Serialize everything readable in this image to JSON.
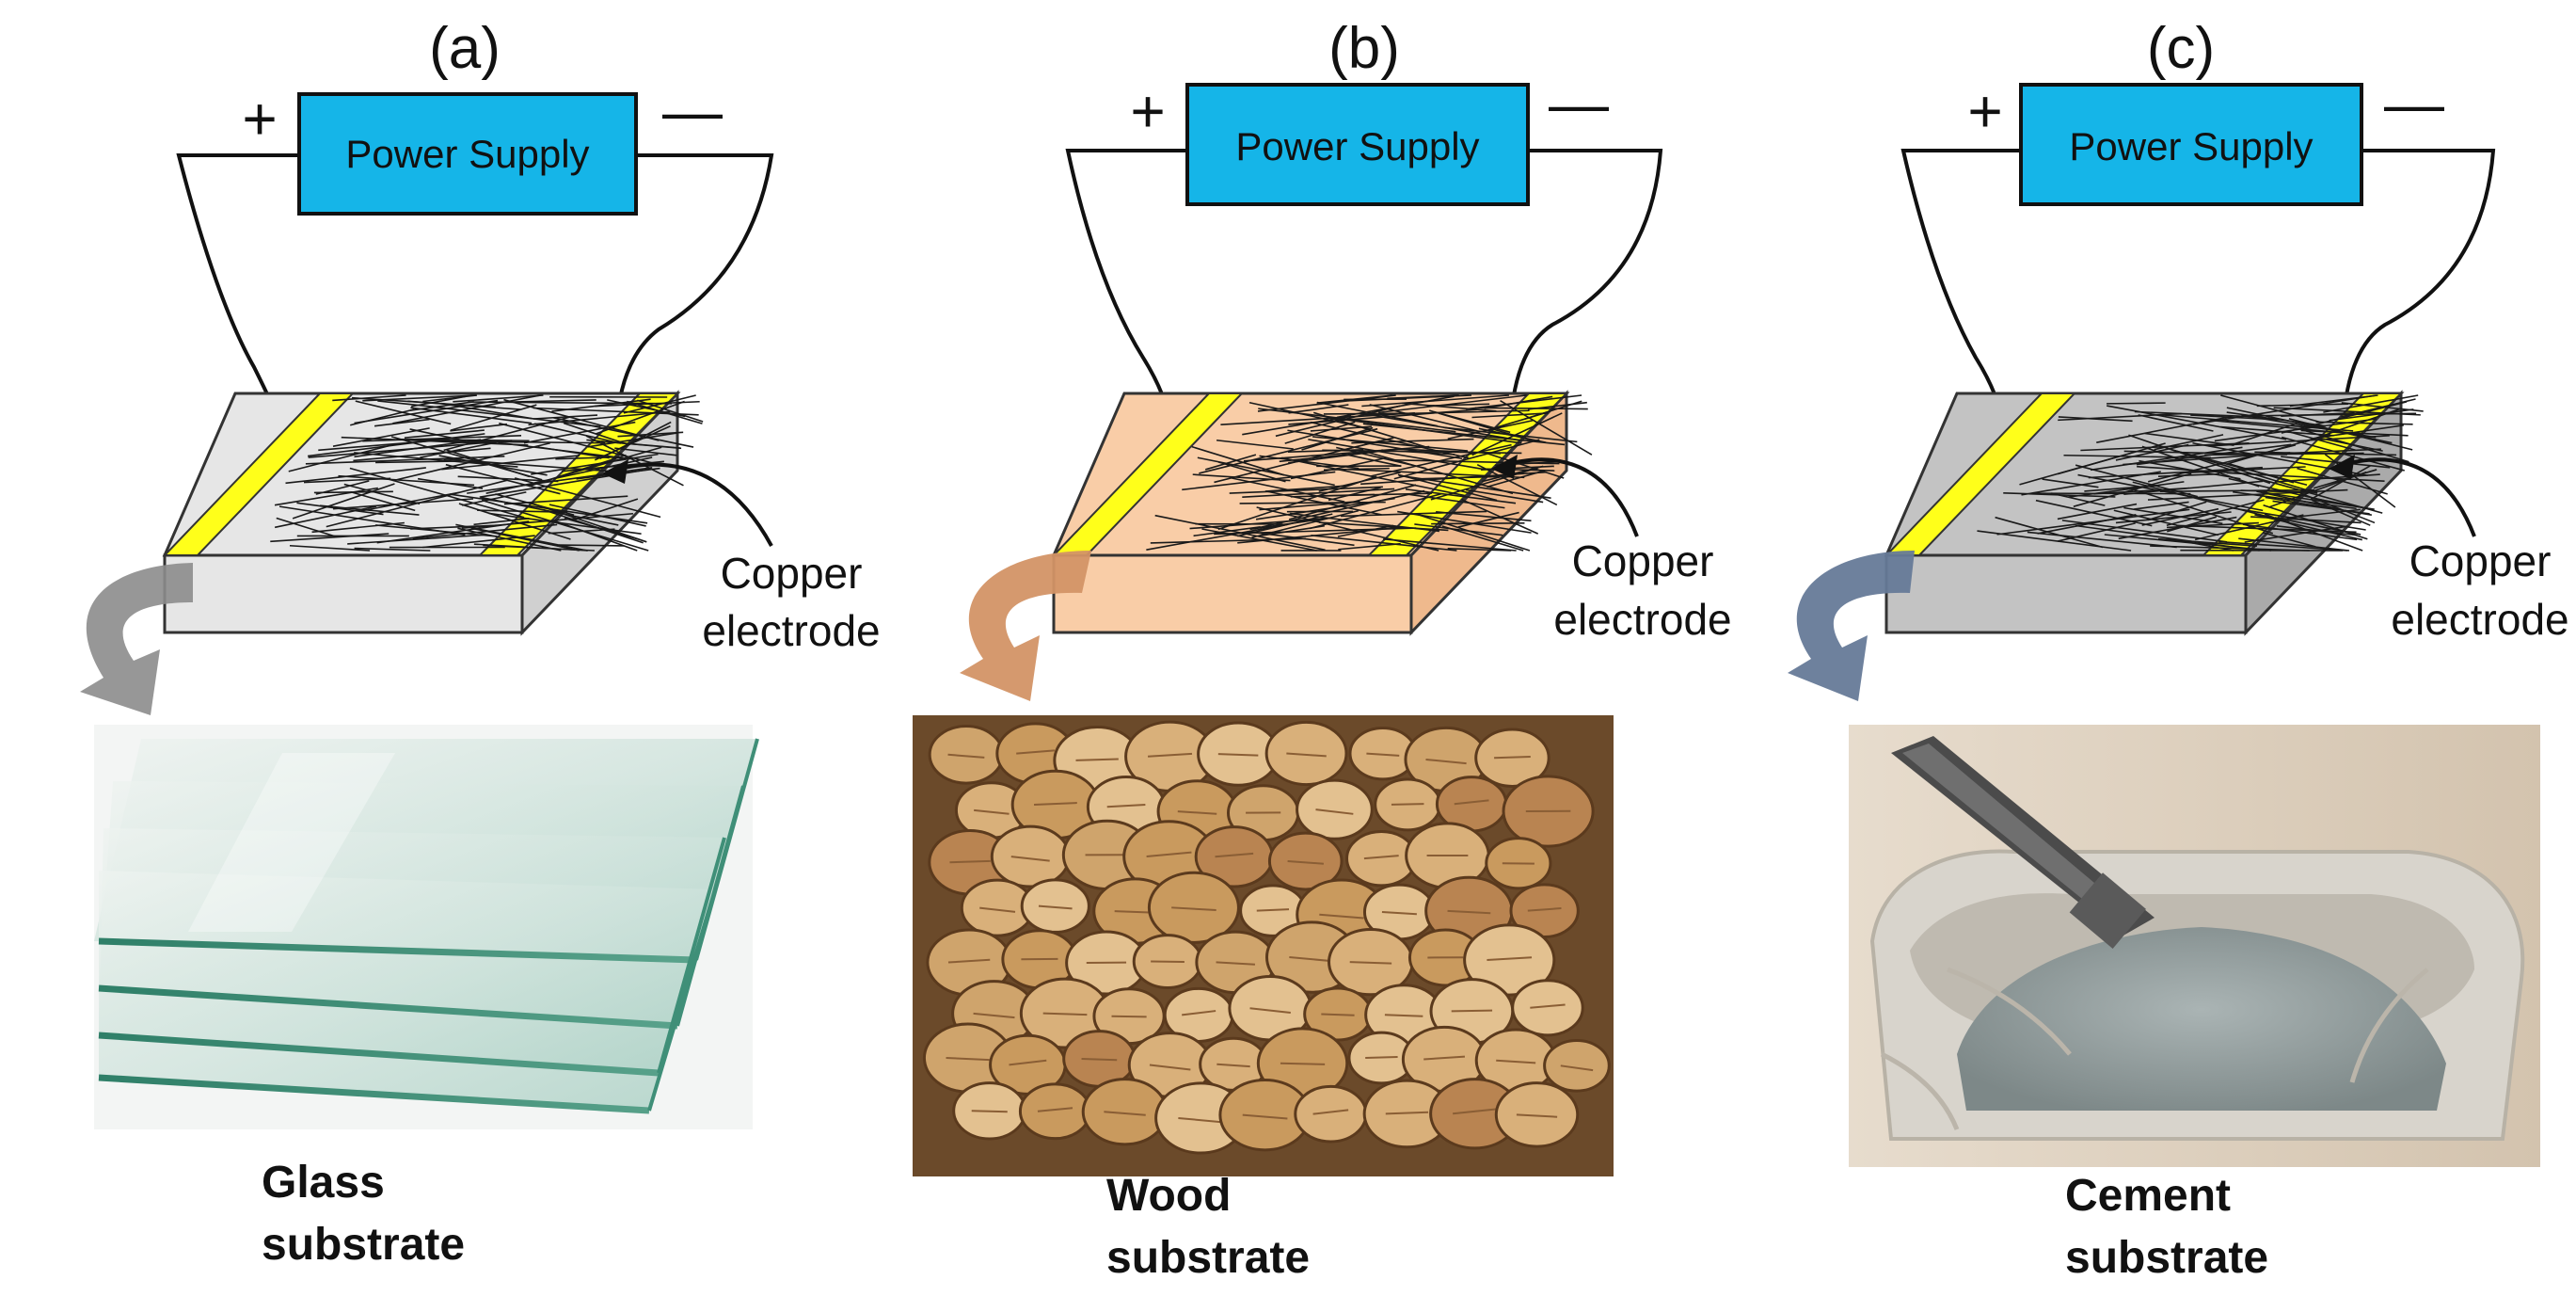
{
  "panels": [
    {
      "letter": "(a)",
      "power_label": "Power Supply",
      "plus": "+",
      "minus": "—",
      "electrode_line1": "Copper",
      "electrode_line2": "electrode",
      "substrate_line1": "Glass",
      "substrate_line2": "substrate",
      "photo": "glass-sheets",
      "substrate_color": "#e6e6e6",
      "arrow_color": "#8c8c8c"
    },
    {
      "letter": "(b)",
      "power_label": "Power Supply",
      "plus": "+",
      "minus": "—",
      "electrode_line1": "Copper",
      "electrode_line2": "electrode",
      "substrate_line1": "Wood",
      "substrate_line2": "substrate",
      "photo": "firewood-logs",
      "substrate_color": "#f9cda7",
      "arrow_color": "#d39466"
    },
    {
      "letter": "(c)",
      "power_label": "Power Supply",
      "plus": "+",
      "minus": "—",
      "electrode_line1": "Copper",
      "electrode_line2": "electrode",
      "substrate_line1": "Cement",
      "substrate_line2": "substrate",
      "photo": "cement-bag",
      "substrate_color": "#c3c3c3",
      "arrow_color": "#667a98"
    }
  ],
  "colors": {
    "power_supply_fill": "#15b5e8",
    "electrode_yellow": "#ffff1a",
    "wire": "#111111"
  }
}
